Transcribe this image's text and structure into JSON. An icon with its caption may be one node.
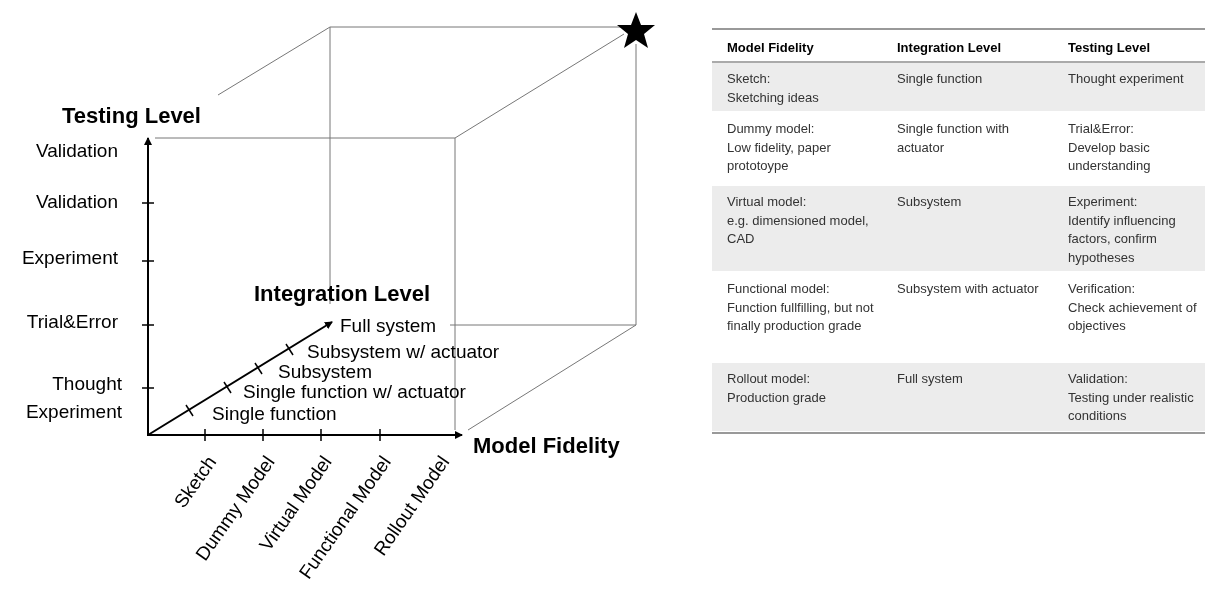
{
  "diagram": {
    "labels": [
      "Testing Level",
      "Validation",
      "Validation",
      "Experiment",
      "Trial&Error",
      "Thought Experiment",
      "Integration Level",
      "Full system",
      "Subsystem w/ actuator",
      "Subsystem",
      "Single function w/ actuator",
      "Single function",
      "Model Fidelity",
      "Sketch",
      "Dummy Model",
      "Virtual Model",
      "Functional Model",
      "Rollout Model",
      "Model Fidelity",
      "Integration Level",
      "Testing Level",
      "Sketch:",
      "Sketching ideas",
      "Single function",
      "Thought experiment",
      "Dummy model:",
      "Low fidelity, paper prototoype",
      "Single function with actuator",
      "Trial&Error:",
      "Develop basic understanding",
      "Virtual model:",
      "e.g. dimensioned model, CAD",
      "Subsystem",
      "Experiment:",
      "Identify influencing factors, confirm hypotheses",
      "Functional model:",
      "Function fullfilling, but not finally production grade",
      "Subsystem with actuator",
      "Verification:",
      "Check achievement of objectives",
      "Rollout model:",
      "Production grade",
      "Full system",
      "Validation:",
      "Testing under realistic conditions"
    ]
  }
}
